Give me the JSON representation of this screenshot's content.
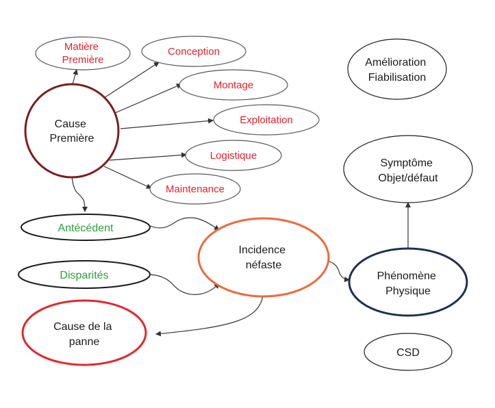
{
  "colors": {
    "red_text": "#e8202a",
    "green_text": "#2e9e3c",
    "dark_text": "#1a1a1a",
    "edge": "#333333",
    "outline_black": "#1a1a1a",
    "outline_gray": "#555555",
    "outline_darkred": "#7a1d1d",
    "outline_orange": "#ee6a3a",
    "outline_red": "#e4262b",
    "outline_navy": "#1f2f52"
  },
  "nodes": {
    "matiere_premiere": [
      "Matière",
      "Première"
    ],
    "conception": [
      "Conception"
    ],
    "montage": [
      "Montage"
    ],
    "exploitation": [
      "Exploitation"
    ],
    "logistique": [
      "Logistique"
    ],
    "maintenance": [
      "Maintenance"
    ],
    "cause_premiere": [
      "Cause",
      "Première"
    ],
    "amelioration": [
      "Amélioration",
      "Fiabilisation"
    ],
    "symptome": [
      "Symptôme",
      "Objet/défaut"
    ],
    "antecedent": [
      "Antécédent"
    ],
    "disparites": [
      "Disparités"
    ],
    "incidence": [
      "Incidence",
      "néfaste"
    ],
    "phenomene": [
      "Phénomène",
      "Physique"
    ],
    "cause_panne": [
      "Cause de la",
      "panne"
    ],
    "csd": [
      "CSD"
    ]
  }
}
